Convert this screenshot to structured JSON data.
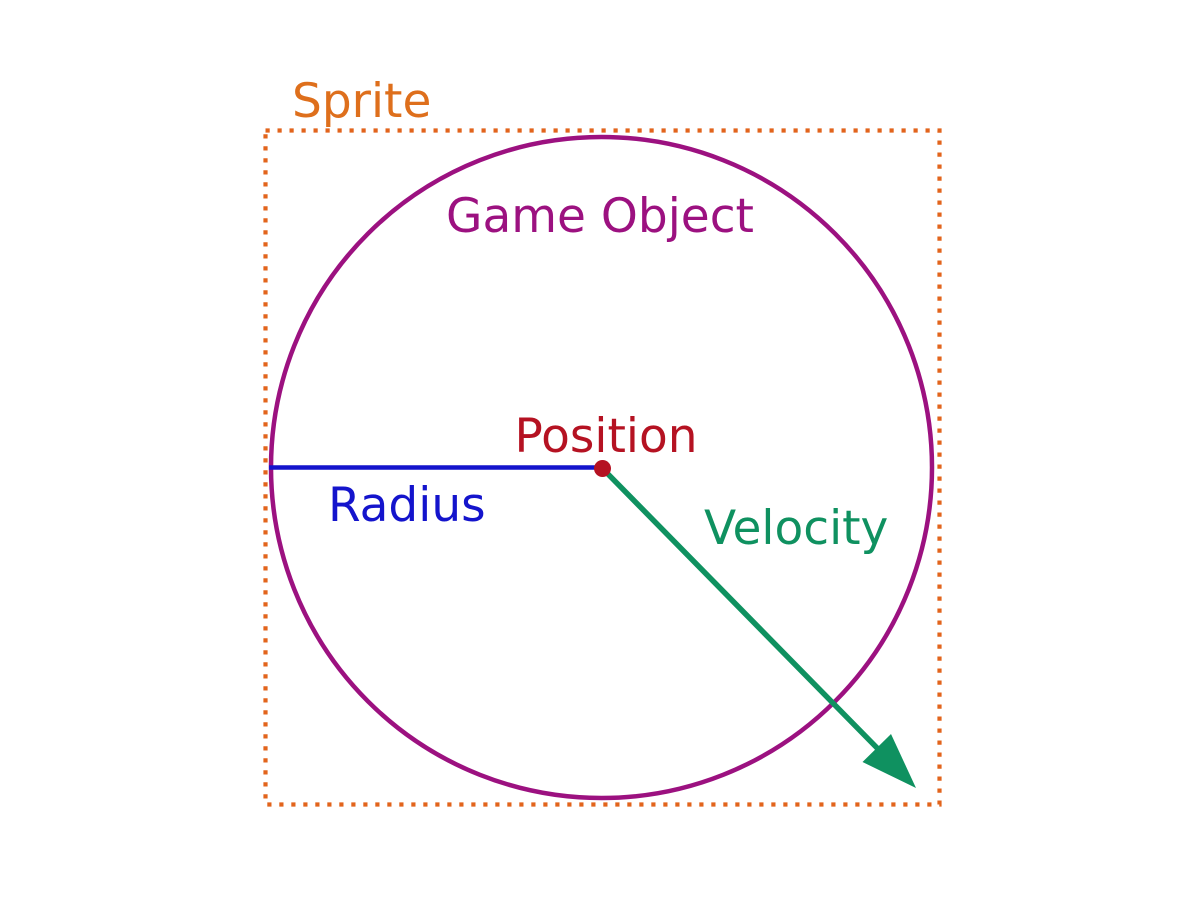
{
  "page": {
    "background": "#ffffff",
    "description": "Game object diagram showing sprite bounding box, circular game object, position, radius and velocity"
  },
  "diagram": {
    "sprite": {
      "label": "Sprite",
      "text_color": "#DE6F1C",
      "box_color": "#E2641C"
    },
    "game_object": {
      "label": "Game Object",
      "color": "#9C1180"
    },
    "position": {
      "label": "Position",
      "color": "#B51222"
    },
    "radius": {
      "label": "Radius",
      "color": "#1414CC"
    },
    "velocity": {
      "label": "Velocity",
      "color": "#0F9160"
    }
  }
}
